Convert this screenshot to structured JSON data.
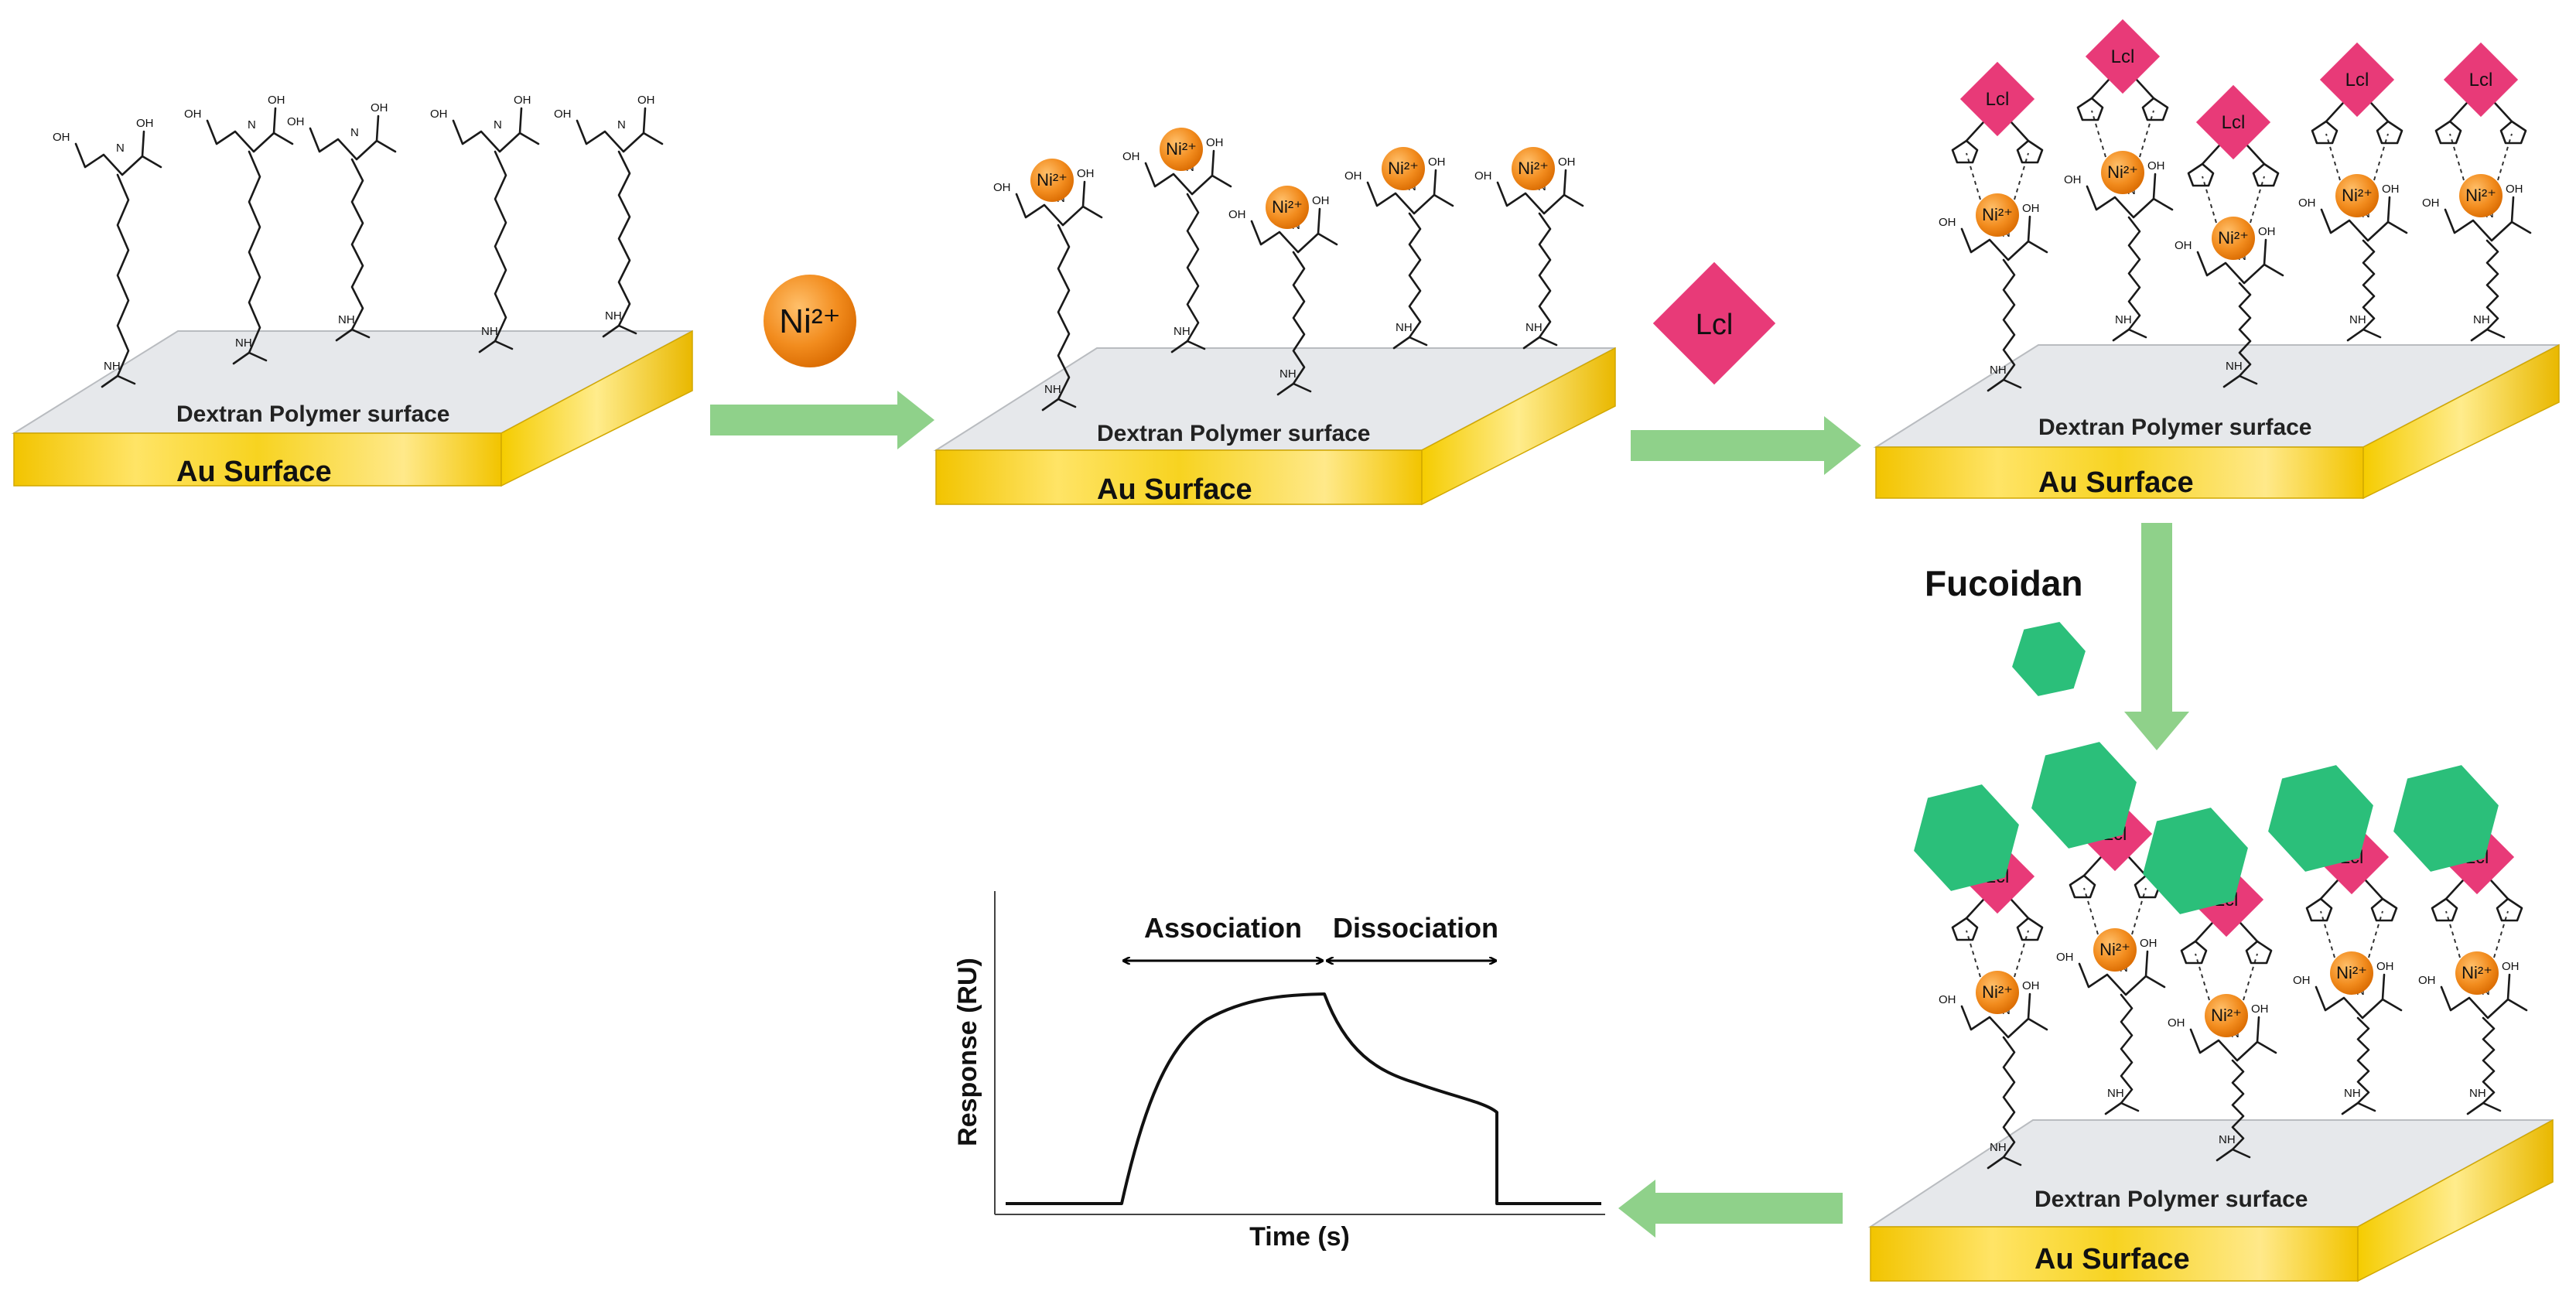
{
  "ions": {
    "nickel_label": "Ni²⁺"
  },
  "reagents": {
    "ligand_label": "Lcl",
    "analyte_label": "Fucoidan"
  },
  "surface": {
    "polymer_label": "Dextran Polymer surface",
    "gold_label": "Au Surface"
  },
  "sensorgram": {
    "ylabel": "Response (RU)",
    "xlabel": "Time (s)",
    "association_label": "Association",
    "dissociation_label": "Dissociation"
  },
  "colors": {
    "gold": "#f2c400",
    "surface_top": "#e5e7ea",
    "nickel": "#f28c1e",
    "ligand": "#e83a78",
    "analyte": "#2bbf7a",
    "arrow": "#8fd18a"
  }
}
